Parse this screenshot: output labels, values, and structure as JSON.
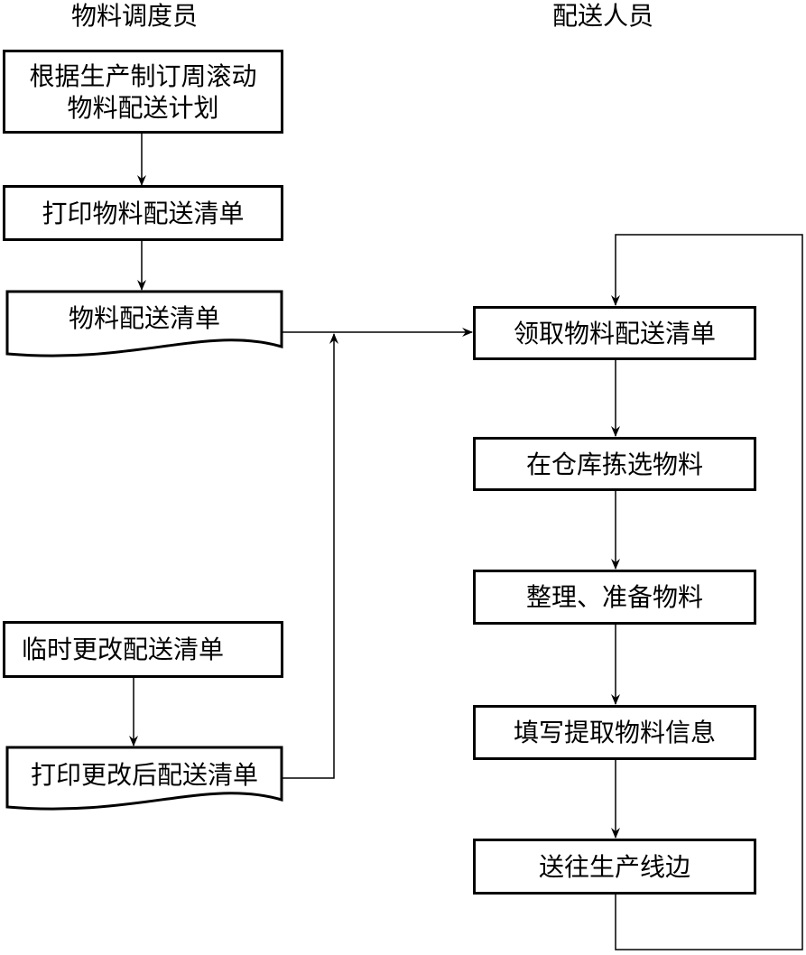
{
  "lanes": {
    "left": "物料调度员",
    "right": "配送人员"
  },
  "left_flow": {
    "step1_line1": "根据生产制订周滚动",
    "step1_line2": "物料配送计划",
    "step2": "打印物料配送清单",
    "doc1": "物料配送清单",
    "step3": "临时更改配送清单",
    "doc2": "打印更改后配送清单"
  },
  "right_flow": {
    "step1": "领取物料配送清单",
    "step2": "在仓库拣选物料",
    "step3": "整理、准备物料",
    "step4": "填写提取物料信息",
    "step5": "送往生产线边"
  },
  "colors": {
    "stroke": "#000000",
    "background": "#ffffff"
  }
}
